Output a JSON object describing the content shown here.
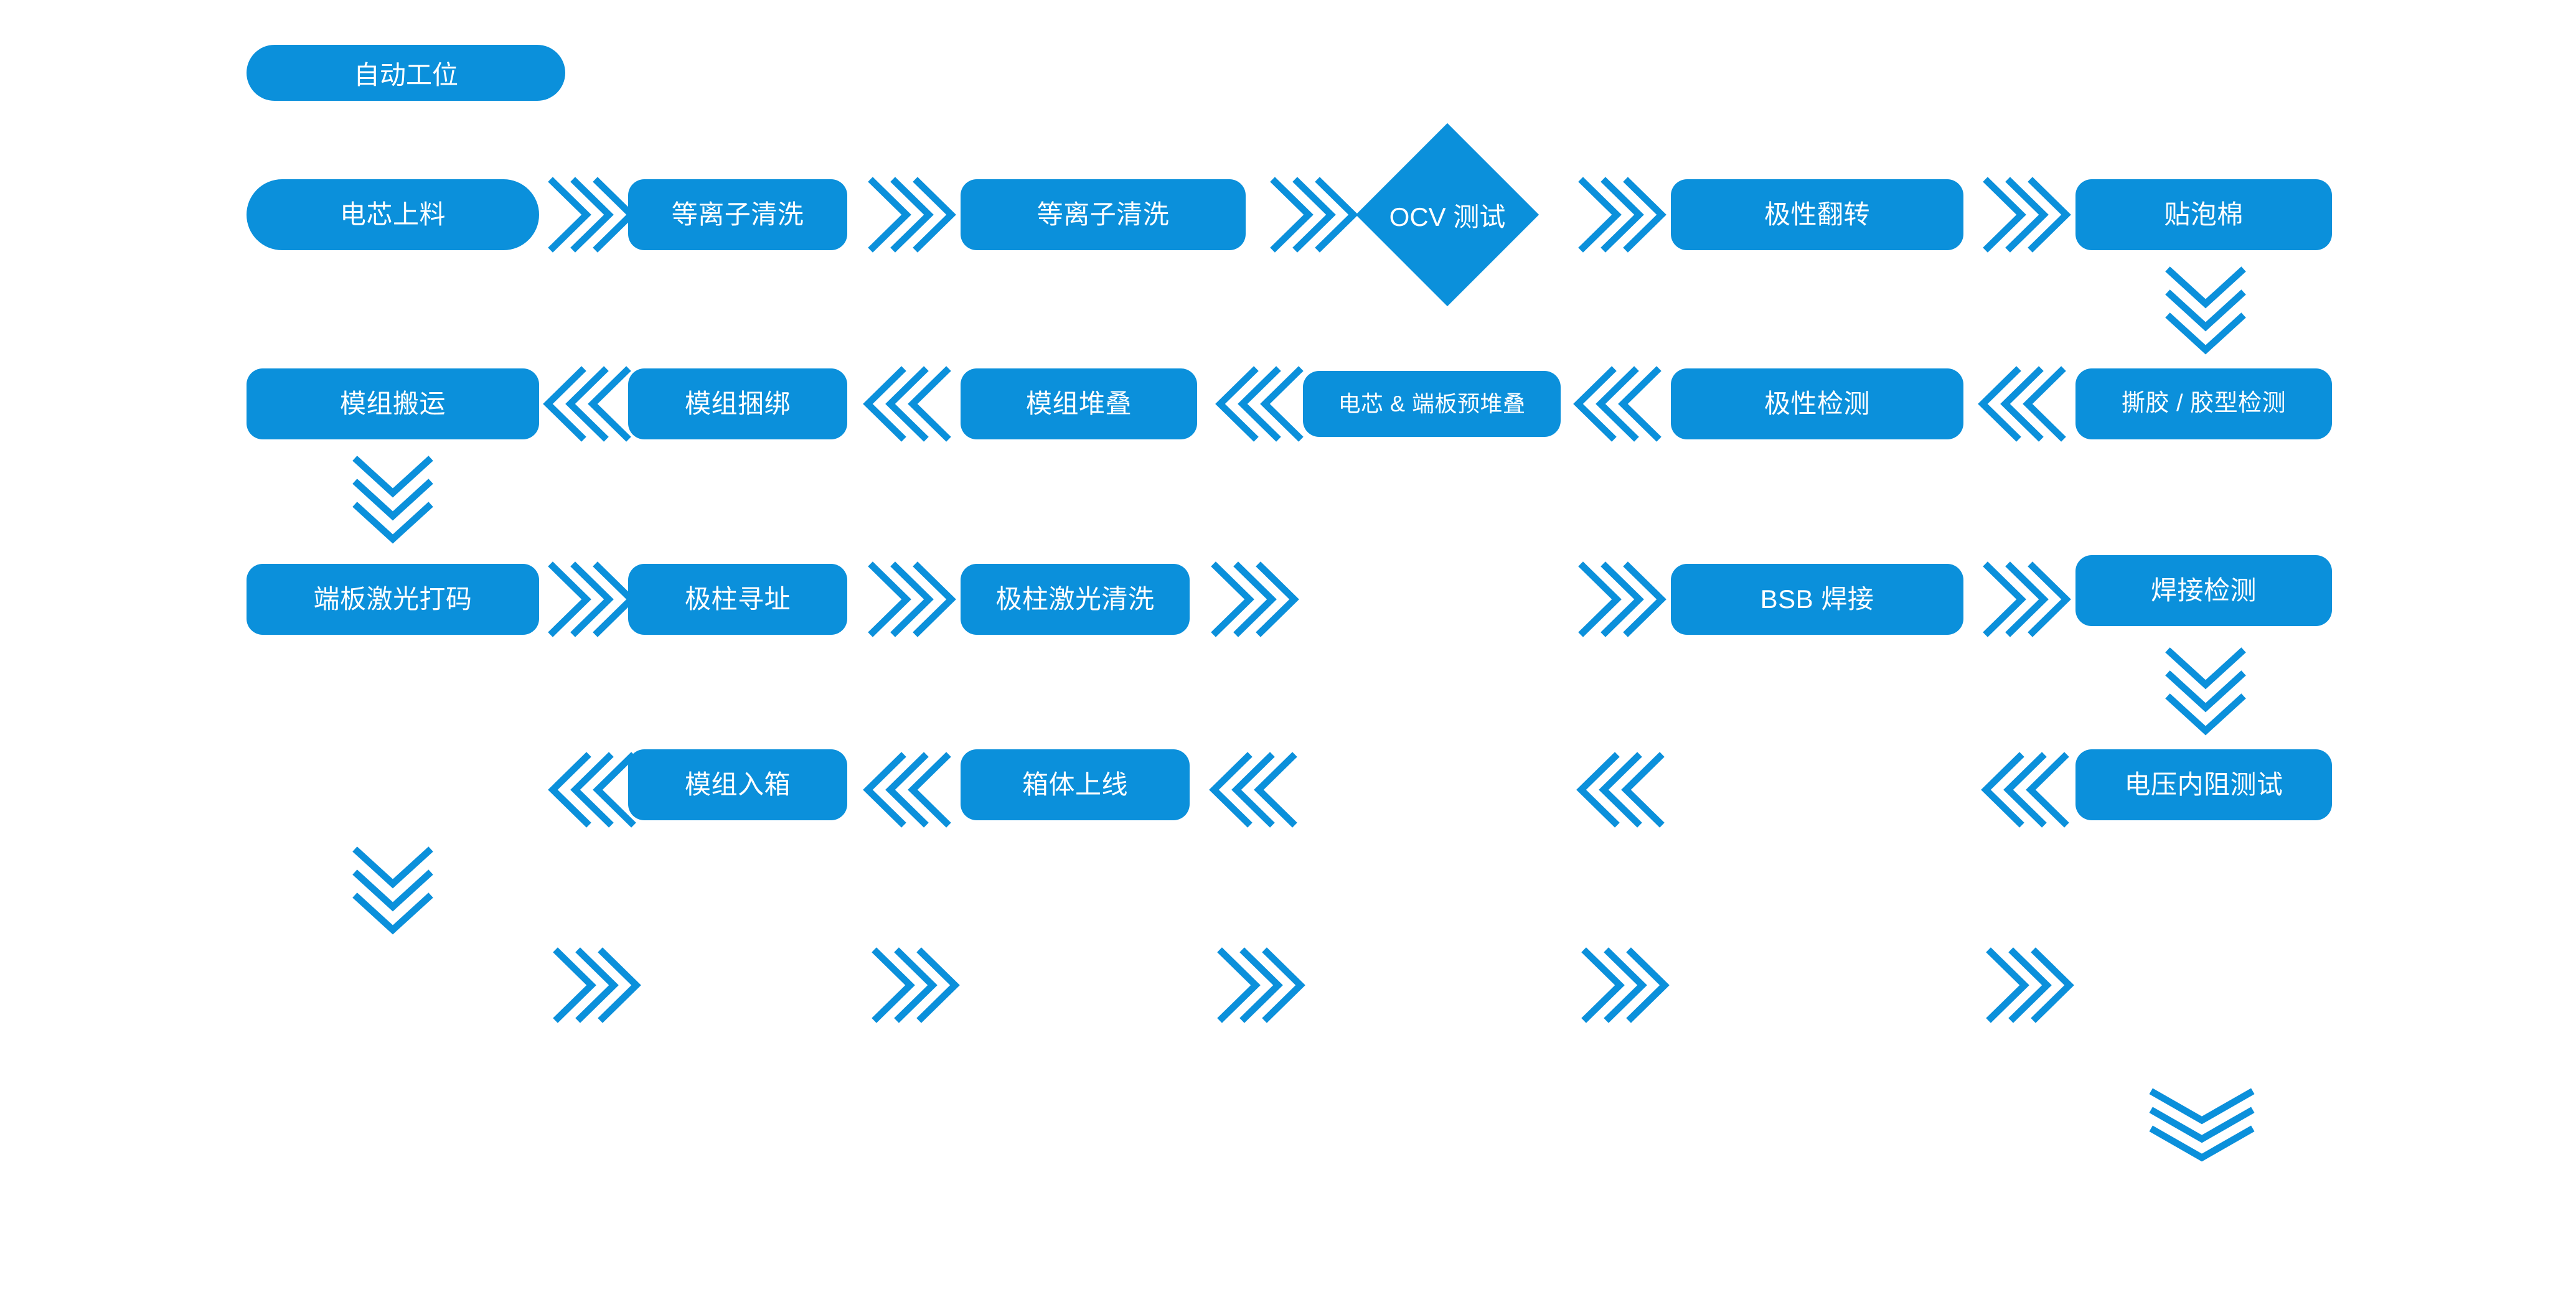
{
  "diagram": {
    "title": "",
    "background_color": "#ffffff",
    "accent_color": "#0b90db",
    "text_color": "#ffffff",
    "type": "process-flow-serpentine",
    "legend": {
      "label": "自动工位",
      "shape": "pill"
    },
    "rows": [
      {
        "id": "row-1",
        "direction": "right",
        "nodes": [
          {
            "label": "电芯上料",
            "shape": "pill"
          },
          {
            "label": "等离子清洗",
            "shape": "rounded"
          },
          {
            "label": "等离子清洗",
            "shape": "rounded"
          },
          {
            "label": "OCV 测试",
            "shape": "diamond"
          },
          {
            "label": "极性翻转",
            "shape": "rounded"
          },
          {
            "label": "贴泡棉",
            "shape": "rounded"
          }
        ]
      },
      {
        "id": "row-2",
        "direction": "left",
        "nodes": [
          {
            "label": "模组搬运",
            "shape": "rounded"
          },
          {
            "label": "模组捆绑",
            "shape": "rounded"
          },
          {
            "label": "模组堆叠",
            "shape": "rounded"
          },
          {
            "label": "电芯 & 端板预堆叠",
            "shape": "rounded"
          },
          {
            "label": "极性检测",
            "shape": "rounded"
          },
          {
            "label": "撕胶 / 胶型检测",
            "shape": "rounded"
          }
        ]
      },
      {
        "id": "row-3",
        "direction": "right",
        "nodes": [
          {
            "label": "端板激光打码",
            "shape": "rounded"
          },
          {
            "label": "极柱寻址",
            "shape": "rounded"
          },
          {
            "label": "极柱激光清洗",
            "shape": "rounded"
          },
          {
            "label": "",
            "shape": "empty"
          },
          {
            "label": "BSB 焊接",
            "shape": "rounded"
          },
          {
            "label": "焊接检测",
            "shape": "rounded"
          }
        ]
      },
      {
        "id": "row-4",
        "direction": "left",
        "nodes": [
          {
            "label": "",
            "shape": "empty"
          },
          {
            "label": "模组入箱",
            "shape": "rounded"
          },
          {
            "label": "箱体上线",
            "shape": "rounded"
          },
          {
            "label": "",
            "shape": "empty"
          },
          {
            "label": "",
            "shape": "empty"
          },
          {
            "label": "电压内阻测试",
            "shape": "rounded"
          }
        ]
      },
      {
        "id": "row-5",
        "direction": "right",
        "nodes": [
          {
            "label": "",
            "shape": "empty"
          },
          {
            "label": "",
            "shape": "empty"
          },
          {
            "label": "",
            "shape": "empty"
          },
          {
            "label": "",
            "shape": "empty"
          },
          {
            "label": "",
            "shape": "empty"
          },
          {
            "label": "",
            "shape": "empty"
          }
        ]
      }
    ],
    "connector_icons": {
      "right_chevron": "triple-chevron-right-icon",
      "left_chevron": "triple-chevron-left-icon",
      "down_chevron": "triple-chevron-down-icon"
    }
  }
}
